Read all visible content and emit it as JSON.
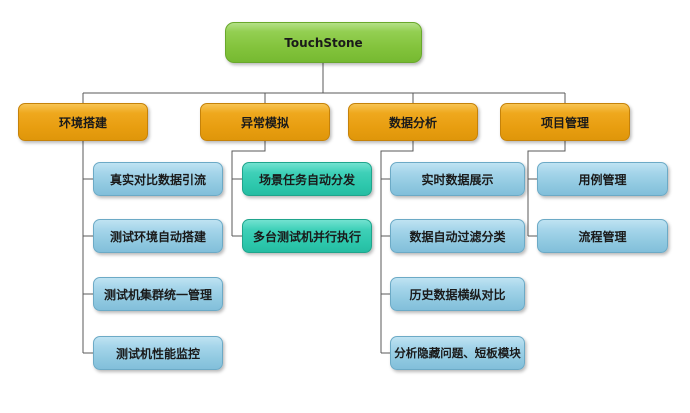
{
  "diagram": {
    "title": "TouchStone feature tree",
    "line_color": "#595959",
    "colors": {
      "root_green": "#84c43d",
      "category_orange": "#e89e10",
      "child_blue": "#8fc8e0",
      "child_teal": "#2dc7ac"
    },
    "root": {
      "label": "TouchStone"
    },
    "branches": [
      {
        "label": "环境搭建",
        "children": [
          "真实对比数据引流",
          "测试环境自动搭建",
          "测试机集群统一管理",
          "测试机性能监控"
        ]
      },
      {
        "label": "异常模拟",
        "children": [
          "场景任务自动分发",
          "多台测试机并行执行"
        ]
      },
      {
        "label": "数据分析",
        "children": [
          "实时数据展示",
          "数据自动过滤分类",
          "历史数据横纵对比",
          "分析隐藏问题、短板模块"
        ]
      },
      {
        "label": "项目管理",
        "children": [
          "用例管理",
          "流程管理"
        ]
      }
    ]
  }
}
